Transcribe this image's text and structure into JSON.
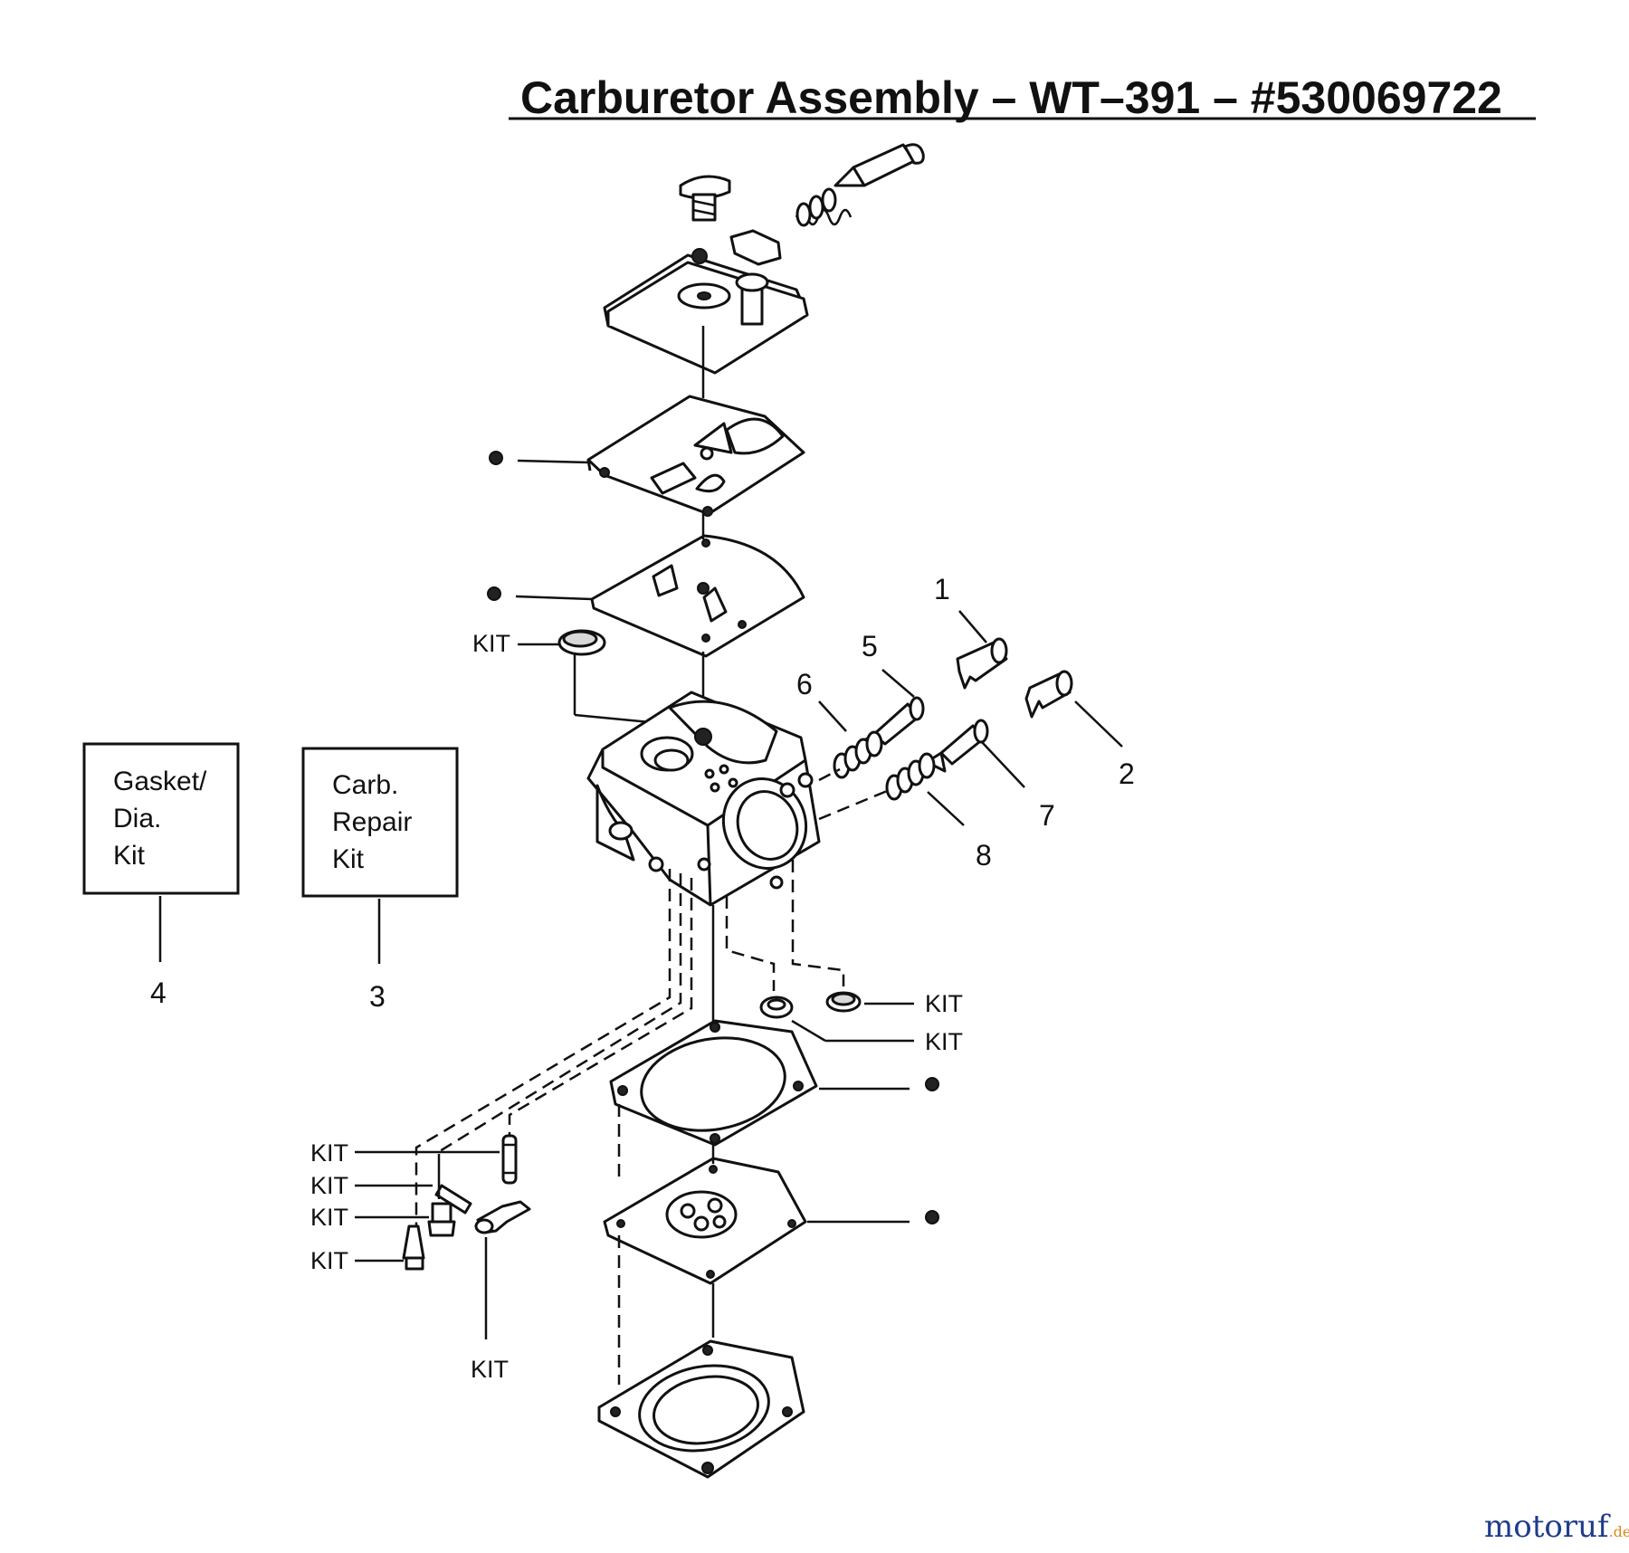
{
  "title": "Carburetor Assembly – WT–391 – #530069722",
  "kits": {
    "gasket_kit": {
      "lines": [
        "Gasket/",
        "Dia.",
        "Kit"
      ],
      "number": "4"
    },
    "repair_kit": {
      "lines": [
        "Carb.",
        "Repair",
        "Kit"
      ],
      "number": "3"
    }
  },
  "callouts": {
    "n1": "1",
    "n2": "2",
    "n5": "5",
    "n6": "6",
    "n7": "7",
    "n8": "8"
  },
  "kit_label": "KIT",
  "watermark": {
    "brand": "motoruf",
    "suffix": ".de",
    "color_a": "#1f3b8c",
    "color_b": "#d88a1a"
  }
}
